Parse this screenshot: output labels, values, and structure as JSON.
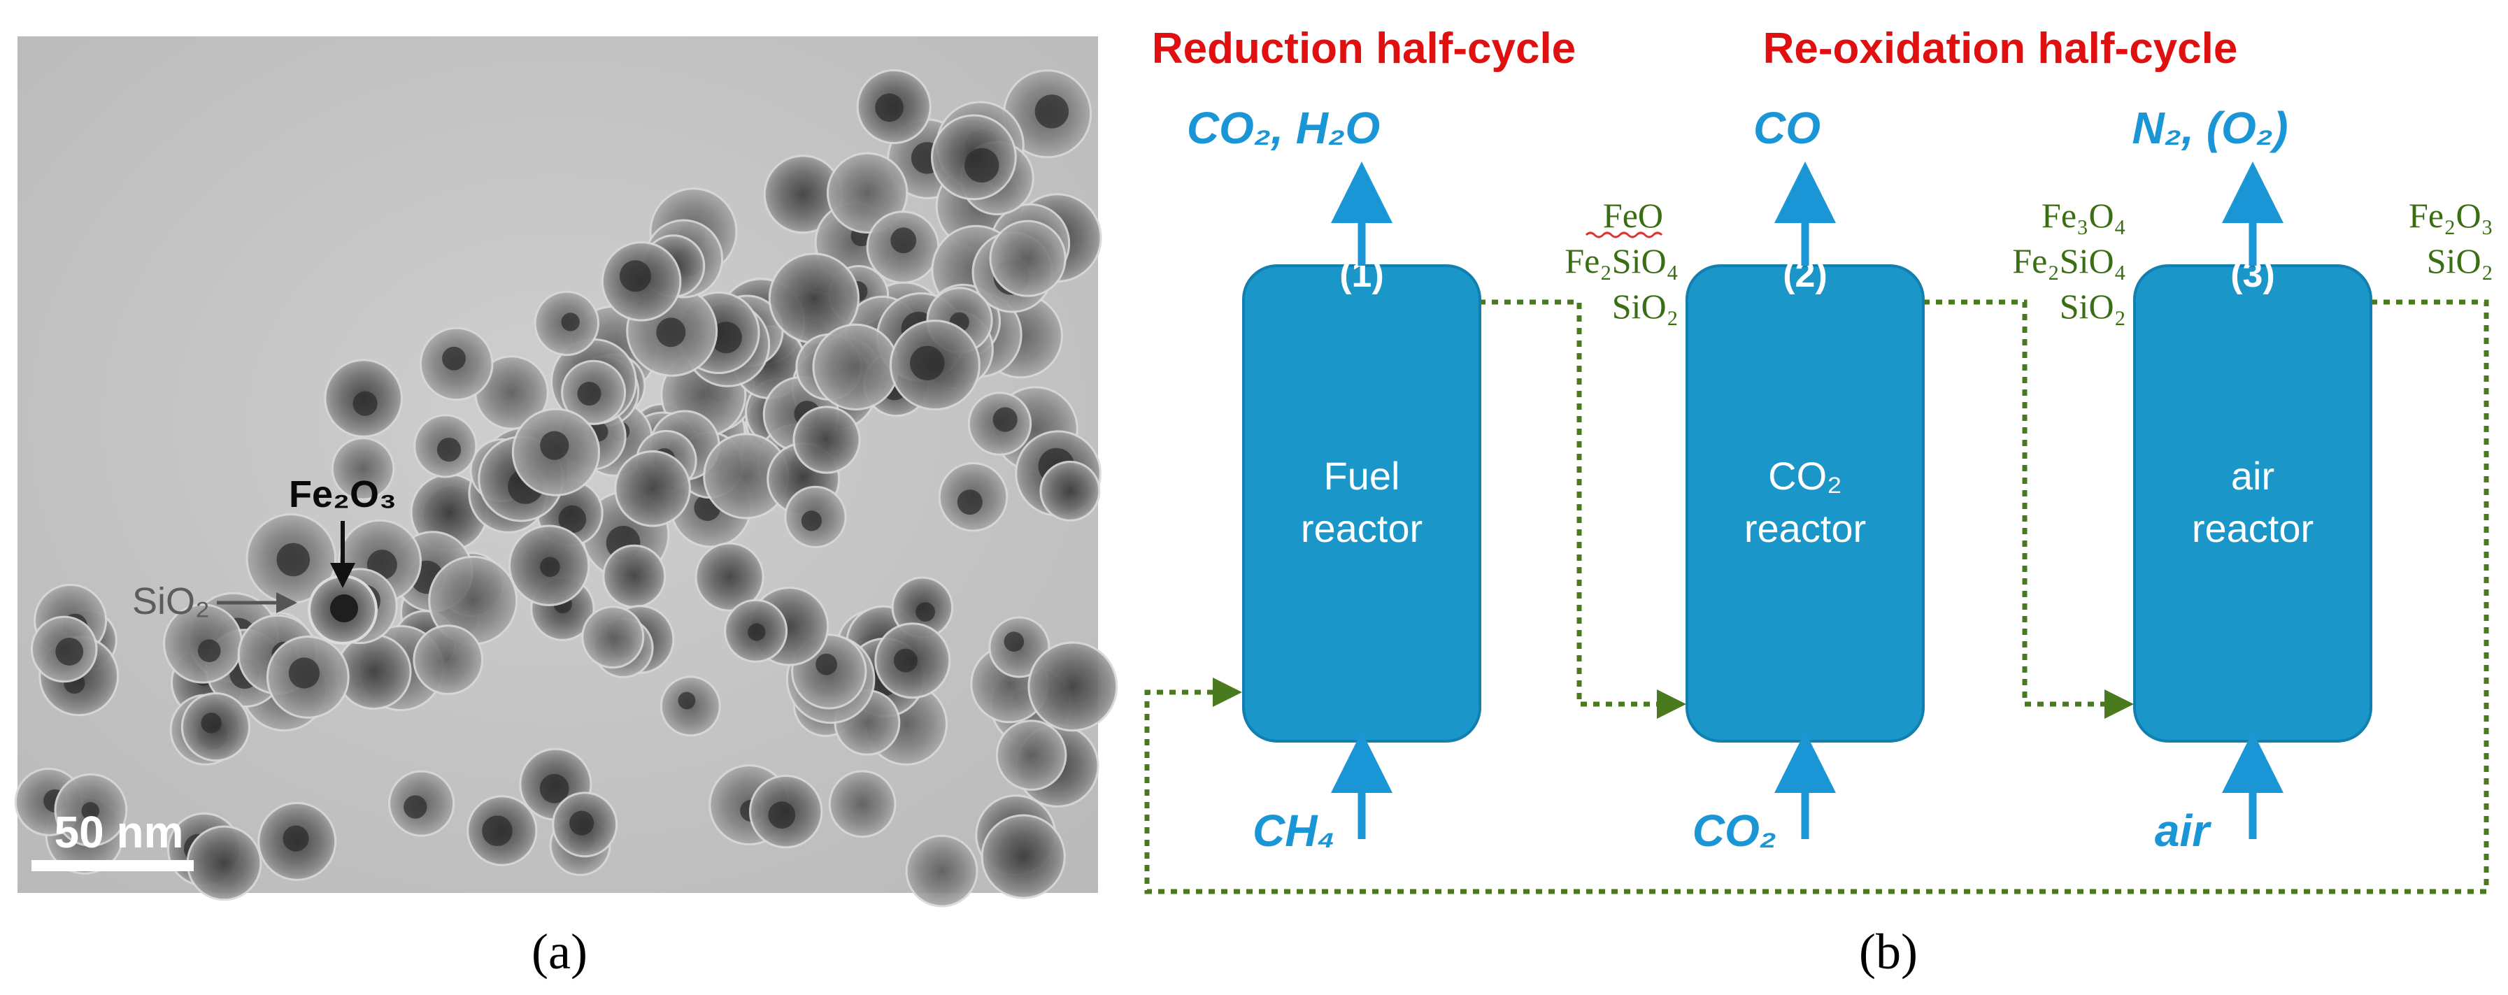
{
  "panel_a": {
    "caption": "(a)",
    "label_fe2o3": "Fe₂O₃",
    "label_sio2": "SiO₂",
    "scale_bar": "50 nm"
  },
  "panel_b": {
    "caption": "(b)",
    "half_cycles": {
      "reduction": "Reduction half-cycle",
      "reoxidation": "Re-oxidation half-cycle"
    },
    "reactors": [
      {
        "number": "(1)",
        "name_line1": "Fuel",
        "name_line2": "reactor",
        "inlet": "CH₄",
        "outlet": "CO₂, H₂O"
      },
      {
        "number": "(2)",
        "name_line1": "CO₂",
        "name_line2": "reactor",
        "inlet": "CO₂",
        "outlet": "CO"
      },
      {
        "number": "(3)",
        "name_line1": "air",
        "name_line2": "reactor",
        "inlet": "air",
        "outlet": "N₂, (O₂)"
      }
    ],
    "streams": [
      [
        "FeO",
        "Fe₂SiO₄",
        "SiO₂"
      ],
      [
        "Fe₃O₄",
        "Fe₂SiO₄",
        "SiO₂"
      ],
      [
        "Fe₂O₃",
        "SiO₂"
      ]
    ],
    "colors": {
      "reactor_fill": "#1a96c8",
      "reactor_stroke": "#1180b0",
      "gas_text": "#1a96d6",
      "half_cycle_text": "#e01010",
      "solid_text": "#3a6e12",
      "loop_line": "#3d6a1a"
    }
  }
}
